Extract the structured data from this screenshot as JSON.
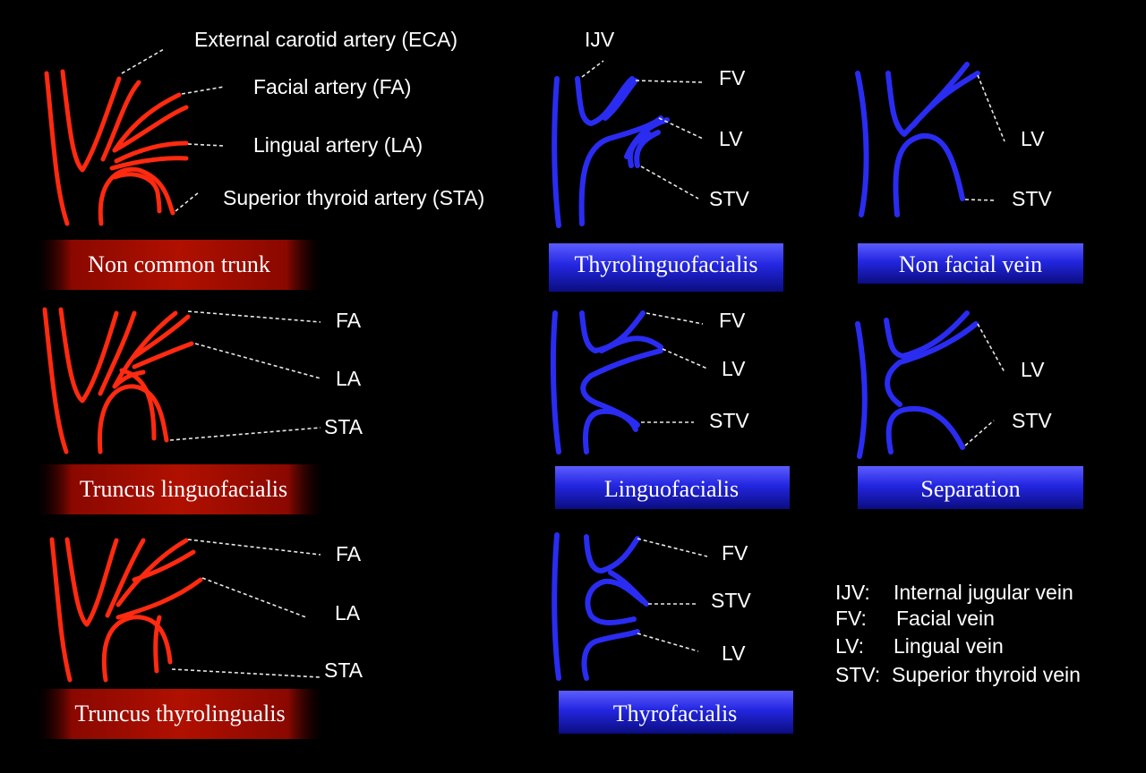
{
  "colors": {
    "artery": "#ff2a10",
    "vein": "#2a2cf2",
    "background": "#000000"
  },
  "arteries": {
    "labels": {
      "eca": "External carotid artery (ECA)",
      "fa": "Facial artery (FA)",
      "la": "Lingual artery (LA)",
      "sta": "Superior thyroid artery (STA)"
    },
    "short": {
      "fa": "FA",
      "la": "LA",
      "sta": "STA"
    },
    "captions": {
      "non_common": "Non common trunk",
      "linguofacial": "Truncus linguofacialis",
      "thyrolingual": "Truncus thyrolingualis"
    }
  },
  "veins": {
    "short": {
      "ijv": "IJV",
      "fv": "FV",
      "lv": "LV",
      "stv": "STV"
    },
    "captions": {
      "thyrolinguofacialis": "Thyrolinguofacialis",
      "non_facial": "Non facial vein",
      "linguofacialis": "Linguofacialis",
      "separation": "Separation",
      "thyrofacialis": "Thyrofacialis"
    }
  },
  "legend": [
    {
      "abbr": "IJV:",
      "text": "Internal jugular vein"
    },
    {
      "abbr": "FV:",
      "text": "Facial vein"
    },
    {
      "abbr": "LV:",
      "text": "Lingual vein"
    },
    {
      "abbr": "STV:",
      "text": "Superior thyroid vein"
    }
  ]
}
